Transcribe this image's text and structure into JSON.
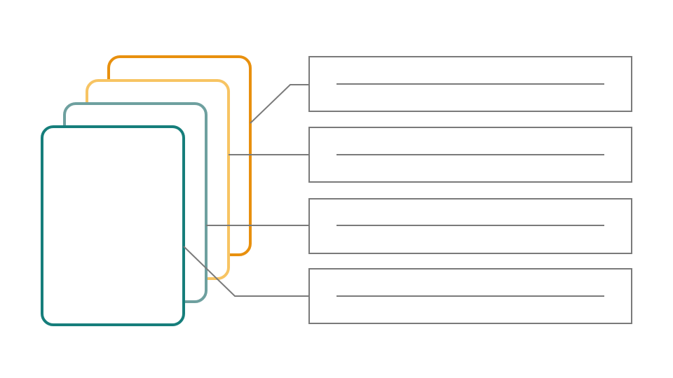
{
  "diagram": {
    "type": "stacked-cards-with-callouts",
    "cards": [
      {
        "name": "card-back",
        "color": "#E8900E"
      },
      {
        "name": "card-third",
        "color": "#F7C463"
      },
      {
        "name": "card-second",
        "color": "#6EA09F"
      },
      {
        "name": "card-front",
        "color": "#167E7B"
      }
    ],
    "callouts": [
      {
        "name": "callout-box-1",
        "text": ""
      },
      {
        "name": "callout-box-2",
        "text": ""
      },
      {
        "name": "callout-box-3",
        "text": ""
      },
      {
        "name": "callout-box-4",
        "text": ""
      }
    ],
    "connector_color": "#7A7A7A",
    "box_border_color": "#7A7A7A",
    "placeholder_line_color": "#7A7A7A",
    "background": "#FFFFFF"
  }
}
